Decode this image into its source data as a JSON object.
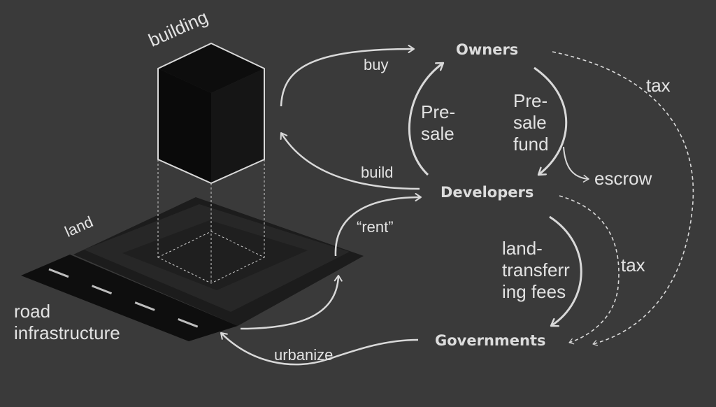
{
  "nodes": {
    "owners": "Owners",
    "developers": "Developers",
    "governments": "Governments"
  },
  "labels": {
    "building": "building",
    "land": "land",
    "road": "road\ninfrastructure",
    "buy": "buy",
    "build": "build",
    "rent": "“rent”",
    "presale": "Pre-\nsale",
    "presale_fund": "Pre-\nsale\nfund",
    "escrow": "escrow",
    "tax_owners": "tax",
    "tax_developers": "tax",
    "land_fees": "land-\ntransferr\ning fees",
    "urbanize": "urbanize"
  },
  "colors": {
    "background": "#3a3a3a",
    "arrow": "#d9d9d9",
    "text": "#e2e2e2"
  }
}
